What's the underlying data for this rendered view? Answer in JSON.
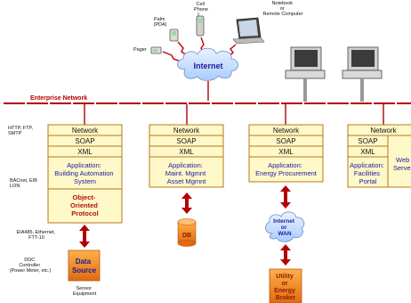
{
  "top": {
    "cell_phone_label": [
      "Cell",
      "Phone"
    ],
    "palm_label": [
      "Palm",
      "(PDA)"
    ],
    "pager_label": "Pager",
    "notebook_label": [
      "Notebook",
      "or",
      "Remote Computer"
    ],
    "internet_cloud": "Internet"
  },
  "enterprise_network_label": "Enterprise Network",
  "left_labels": {
    "protocols": [
      "HTTP, FTP,",
      "SMTP"
    ],
    "bacnet": [
      "BACnet, EIB",
      "LON"
    ],
    "eia": [
      "EIA485, Ethernet,",
      "FTT-10"
    ],
    "ddc": [
      "DDC",
      "Controller",
      "(Power Meter, etc.)"
    ],
    "sensor": [
      "Sensor",
      "Equipment"
    ]
  },
  "stacks": [
    {
      "network": "Network",
      "soap": "SOAP",
      "xml": "XML",
      "app_lines": [
        "Application:",
        "Building Automation",
        "System"
      ],
      "protocol_lines": [
        "Object-",
        "Oriented",
        "Protocol"
      ]
    },
    {
      "network": "Network",
      "soap": "SOAP",
      "xml": "XML",
      "app_lines": [
        "Application:",
        "Maint. Mgmnt",
        "Asset Mgmnt"
      ]
    },
    {
      "network": "Network",
      "soap": "SOAP",
      "xml": "XML",
      "app_lines": [
        "Application:",
        "Energy Procurement"
      ]
    },
    {
      "network": "Network",
      "soap": "SOAP",
      "xml": "XML",
      "app_lines": [
        "Application:",
        "Facilities",
        "Portal"
      ],
      "web_server_lines": [
        "Web",
        "Server"
      ]
    }
  ],
  "data_source_lines": [
    "Data",
    "Source"
  ],
  "db_label": "DB",
  "wan_lines": [
    "Internet",
    "or",
    "WAN"
  ],
  "utility_lines": [
    "Utility",
    "or",
    "Energy",
    "Broker"
  ],
  "colors": {
    "network_line": "#b10000",
    "stack_fill": "#fff8c8",
    "stack_border": "#b4781e",
    "app_text": "#1b1b9c",
    "red_text": "#b31010",
    "cloud_fill": "#cfe3ff",
    "orange_fill": "#f08a30"
  }
}
